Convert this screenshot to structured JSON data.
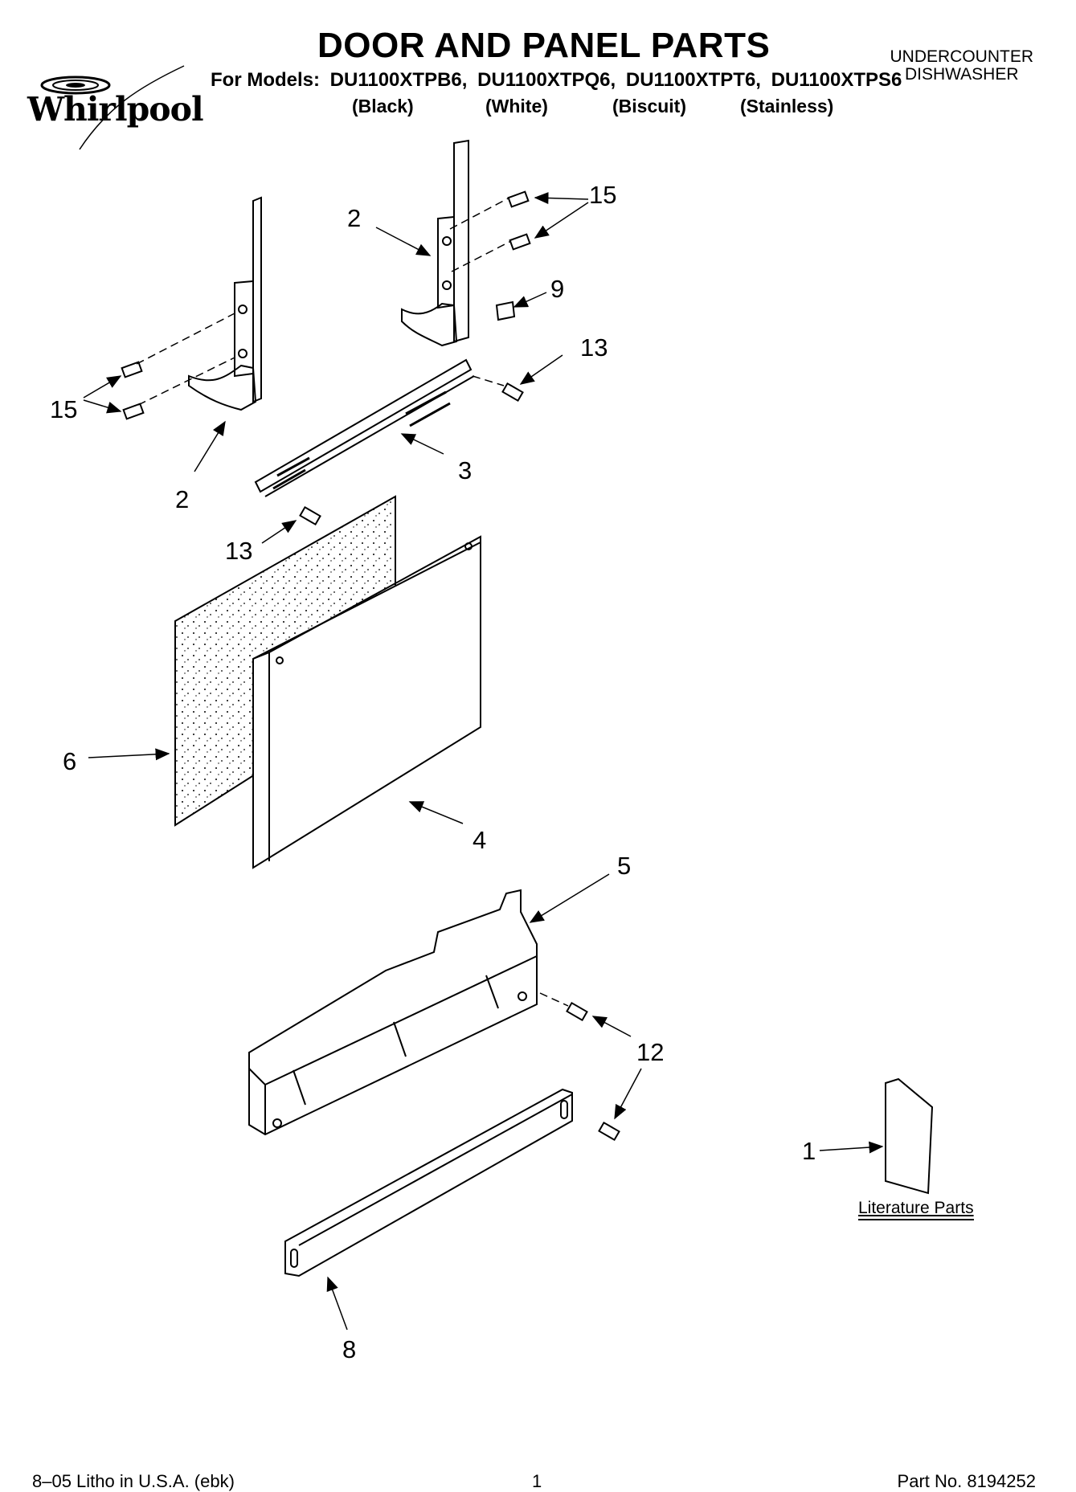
{
  "brand": "Whirlpool",
  "title": "DOOR AND PANEL PARTS",
  "models_prefix": "For Models:",
  "models": [
    "DU1100XTPB6,",
    "DU1100XTPQ6,",
    "DU1100XTPT6,",
    "DU1100XTPS6"
  ],
  "colors": [
    "(Black)",
    "(White)",
    "(Biscuit)",
    "(Stainless)"
  ],
  "appliance": [
    "UNDERCOUNTER",
    "DISHWASHER"
  ],
  "callouts": [
    "15",
    "2",
    "9",
    "13",
    "15",
    "2",
    "3",
    "13",
    "6",
    "4",
    "5",
    "12",
    "1",
    "8"
  ],
  "literature_label": "Literature Parts",
  "footer": {
    "left": "8–05 Litho in U.S.A. (ebk)",
    "center": "1",
    "right": "Part No. 8194252"
  }
}
